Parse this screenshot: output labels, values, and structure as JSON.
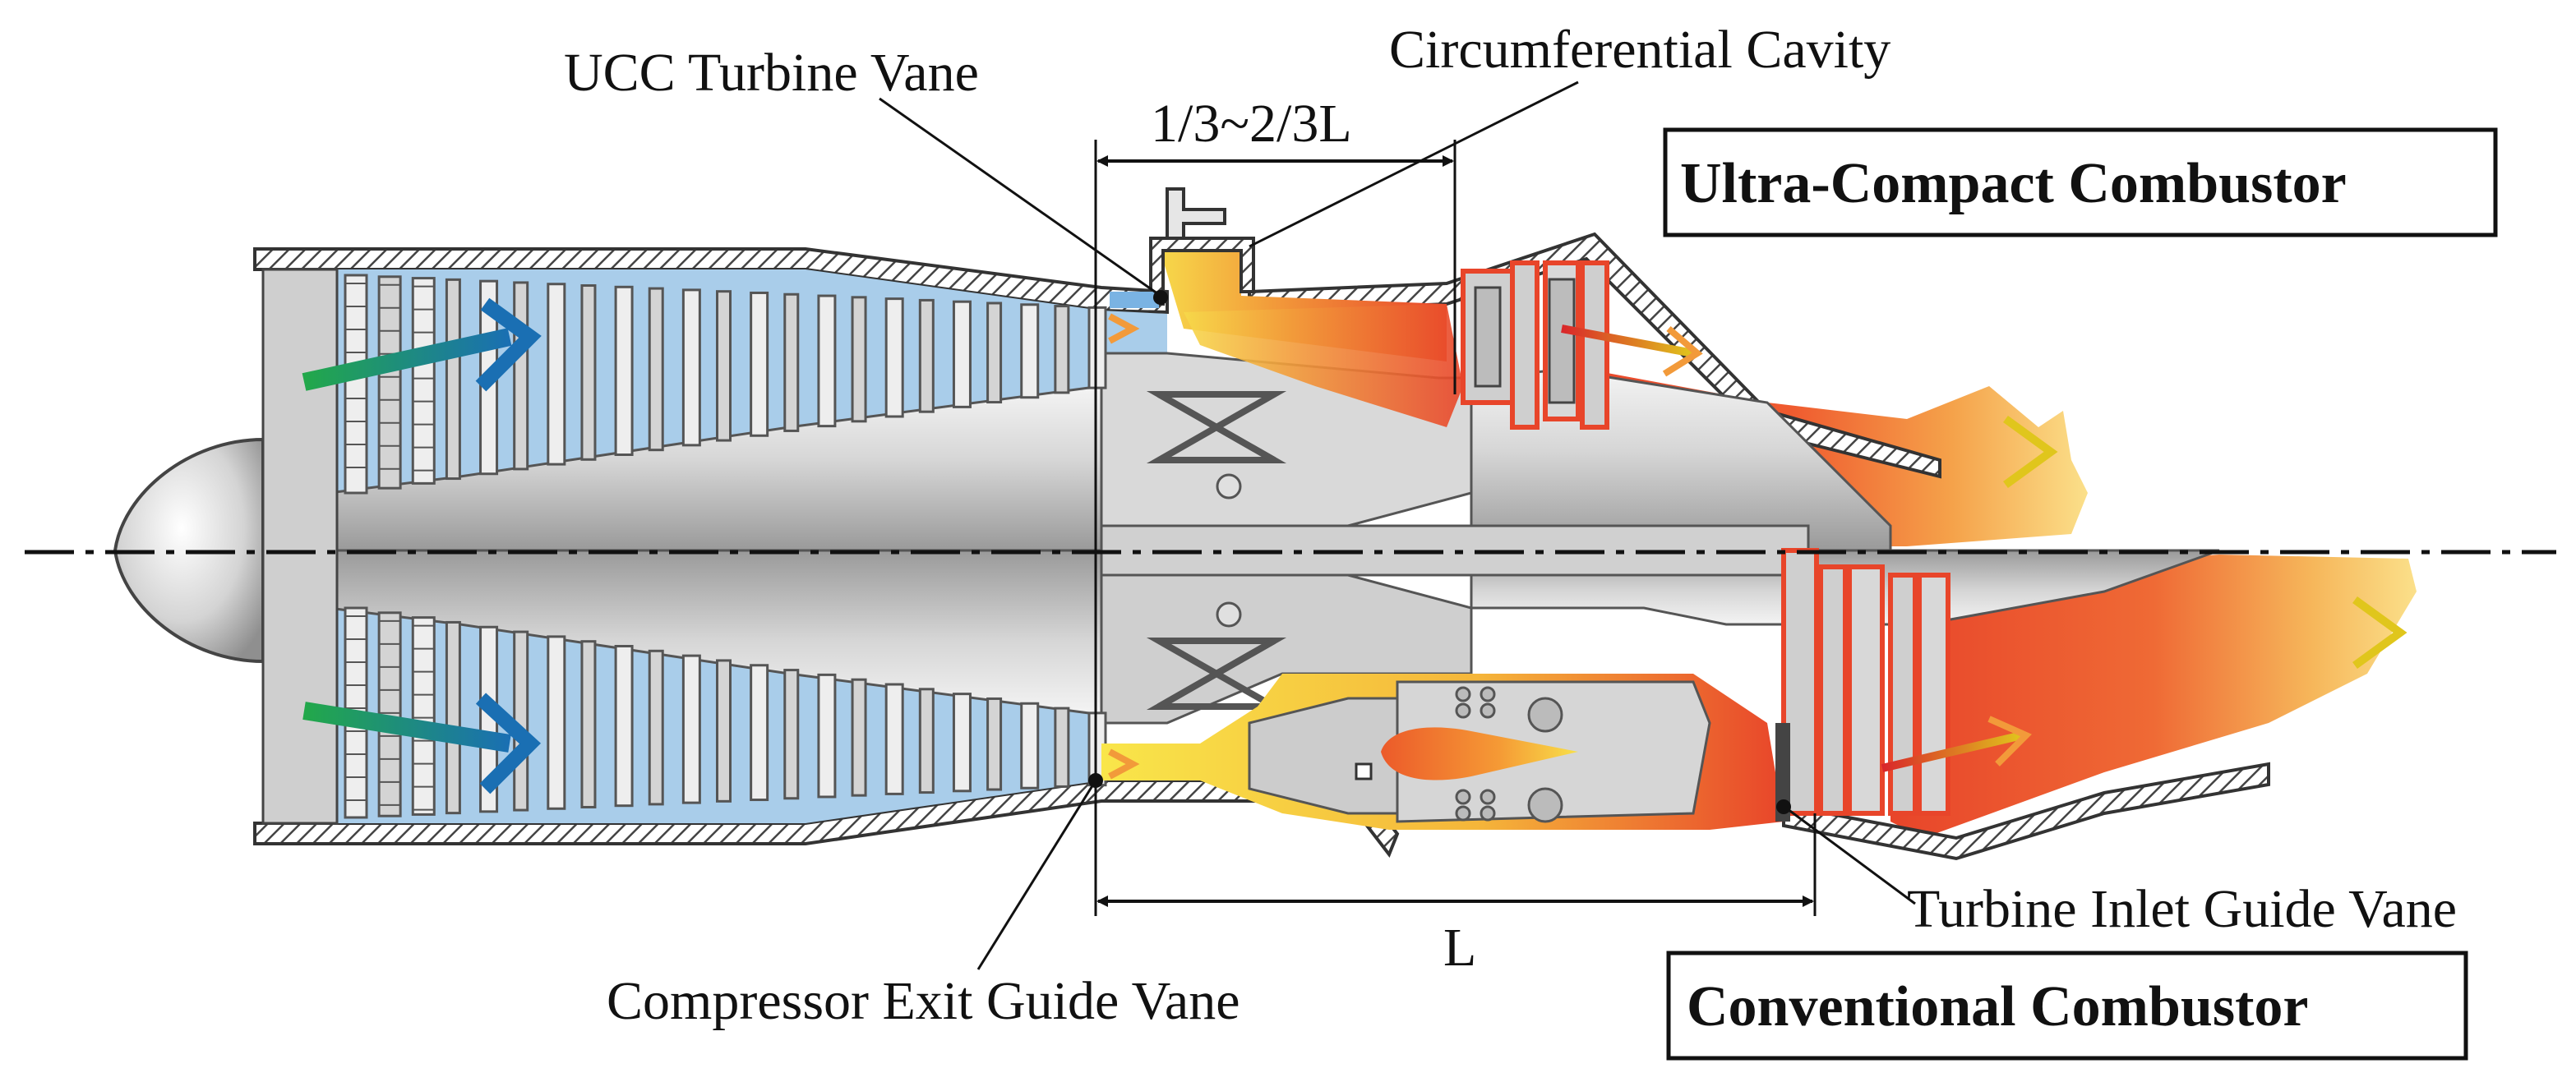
{
  "labels": {
    "ucc_turbine_vane": "UCC Turbine Vane",
    "circumferential_cavity": "Circumferential Cavity",
    "dimension_short": "1/3~2/3L",
    "ultra_compact_combustor": "Ultra-Compact Combustor",
    "turbine_inlet_guide_vane": "Turbine Inlet Guide Vane",
    "dimension_long": "L",
    "compressor_exit_guide_vane": "Compressor Exit Guide Vane",
    "conventional_combustor": "Conventional Combustor"
  },
  "colors": {
    "compressor_air": "#a9cdea",
    "metal_light": "#e8e8e8",
    "metal_mid": "#c2c2c2",
    "metal_dark": "#8c8c8c",
    "flame_red": "#e8452a",
    "flame_orange": "#f29a3a",
    "flame_yellow": "#f6e04a",
    "arrow_blue": "#1a6fb3",
    "arrow_green": "#22a84a",
    "outline": "#333333"
  },
  "icons": {
    "flow_arrow": "flow-arrow-icon",
    "leader_dot": "leader-dot-icon"
  }
}
